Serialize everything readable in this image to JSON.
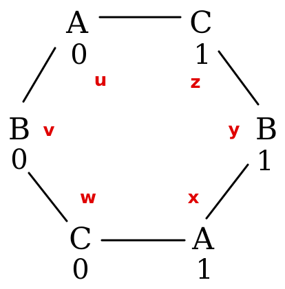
{
  "diagram": {
    "vertices": [
      {
        "letter": "A",
        "value": "0"
      },
      {
        "letter": "C",
        "value": "1"
      },
      {
        "letter": "B",
        "value": "1"
      },
      {
        "letter": "A",
        "value": "1"
      },
      {
        "letter": "C",
        "value": "0"
      },
      {
        "letter": "B",
        "value": "0"
      }
    ],
    "face_labels": [
      "u",
      "z",
      "y",
      "x",
      "w",
      "v"
    ],
    "colors": {
      "ink": "#000000",
      "label": "#e00000"
    }
  }
}
